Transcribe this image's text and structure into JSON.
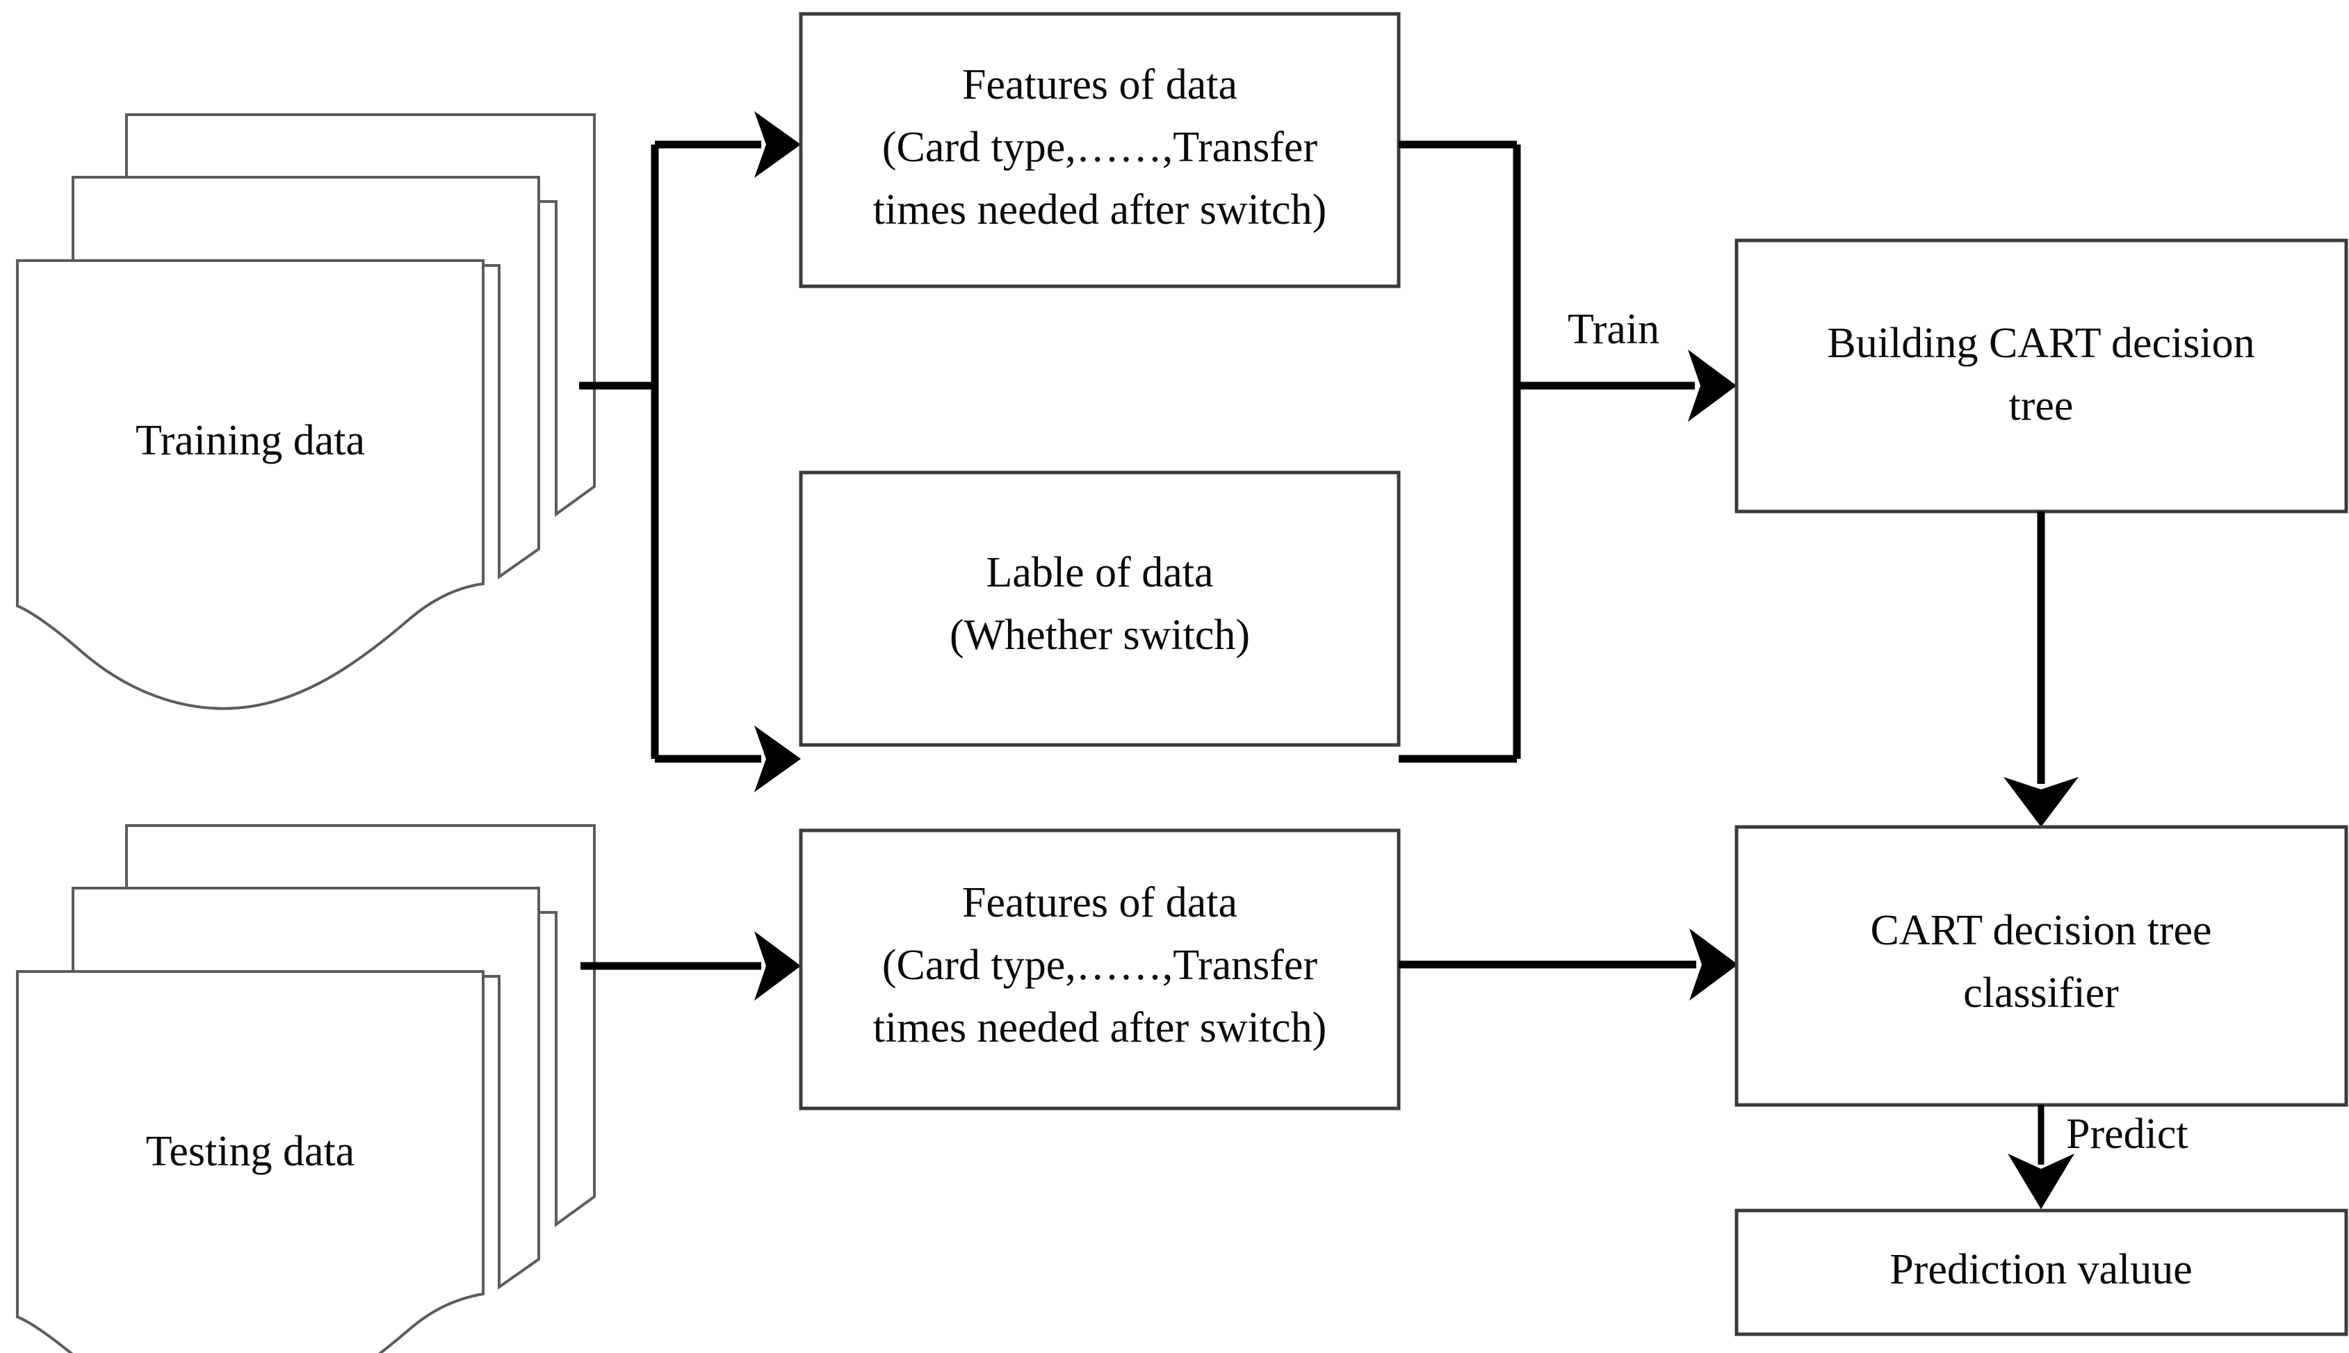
{
  "diagram": {
    "title": "CART decision tree training and prediction flowchart",
    "background_color": "#ffffff",
    "line_color": "#000000",
    "box_border_color": "#3b3b3b",
    "text_color": "#0a0a0a"
  },
  "nodes": {
    "training_data": {
      "label": "Training data",
      "shape": "stacked-document"
    },
    "testing_data": {
      "label": "Testing data",
      "shape": "stacked-document"
    },
    "train_features": {
      "shape": "rectangle",
      "line1": "Features of data",
      "line2": "(Card type,……,Transfer",
      "line3": "times needed after switch)"
    },
    "train_label": {
      "shape": "rectangle",
      "line1": "Lable of data",
      "line2": "(Whether switch)"
    },
    "test_features": {
      "shape": "rectangle",
      "line1": "Features of data",
      "line2": "(Card type,……,Transfer",
      "line3": "times needed after switch)"
    },
    "building_tree": {
      "shape": "rectangle",
      "line1": "Building CART decision",
      "line2": "tree"
    },
    "classifier": {
      "shape": "rectangle",
      "line1": "CART decision tree",
      "line2": "classifier"
    },
    "prediction": {
      "shape": "rectangle",
      "line1": "Prediction valuue"
    }
  },
  "edges": {
    "train_split": {
      "label": "",
      "from": "training_data",
      "to": "train_features / train_label"
    },
    "train_merge": {
      "label": "Train",
      "from": "train_features + train_label",
      "to": "building_tree"
    },
    "tree_to_classifier": {
      "label": "",
      "from": "building_tree",
      "to": "classifier"
    },
    "test_to_features": {
      "label": "",
      "from": "testing_data",
      "to": "test_features"
    },
    "features_to_classifier": {
      "label": "",
      "from": "test_features",
      "to": "classifier"
    },
    "classifier_to_prediction": {
      "label": "Predict",
      "from": "classifier",
      "to": "prediction"
    }
  }
}
